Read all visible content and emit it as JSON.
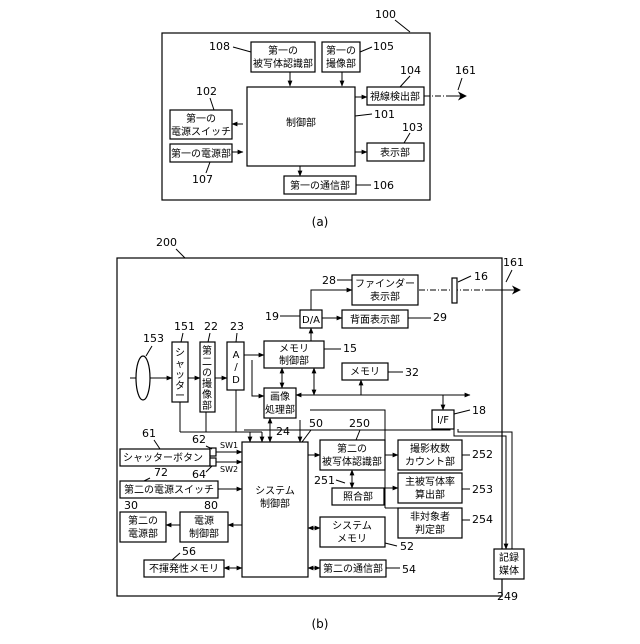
{
  "fig_a": {
    "ref": "100",
    "caption": "(a)",
    "beam": "161",
    "blocks": {
      "b108": {
        "ref": "108",
        "lines": [
          "第一の",
          "被写体認識部"
        ]
      },
      "b105": {
        "ref": "105",
        "lines": [
          "第一の",
          "撮像部"
        ]
      },
      "b104": {
        "ref": "104",
        "lines": [
          "視線検出部"
        ]
      },
      "b101": {
        "ref": "101",
        "lines": [
          "制御部"
        ]
      },
      "b102": {
        "ref": "102",
        "lines": [
          "第一の",
          "電源スイッチ"
        ]
      },
      "b103": {
        "ref": "103",
        "lines": [
          "表示部"
        ]
      },
      "b107": {
        "ref": "107",
        "lines": [
          "第一の電源部"
        ]
      },
      "b106": {
        "ref": "106",
        "lines": [
          "第一の通信部"
        ]
      }
    }
  },
  "fig_b": {
    "ref": "200",
    "caption": "(b)",
    "beam": "161",
    "lens": "153",
    "switch_labels": [
      "SW1",
      "SW2"
    ],
    "blocks": {
      "b28": {
        "ref": "28",
        "lines": [
          "ファインダー",
          "表示部"
        ]
      },
      "b16": {
        "ref": "16",
        "lines": []
      },
      "b19": {
        "ref": "19",
        "lines": [
          "D/A"
        ]
      },
      "b29": {
        "ref": "29",
        "lines": [
          "背面表示部"
        ]
      },
      "b151": {
        "ref": "151",
        "lines": [
          "シ",
          "ャ",
          "ッ",
          "タ",
          "ー"
        ]
      },
      "b22": {
        "ref": "22",
        "lines": [
          "第",
          "二",
          "の",
          "撮",
          "像",
          "部"
        ]
      },
      "b23": {
        "ref": "23",
        "lines": [
          "A",
          "/",
          "D"
        ]
      },
      "b15": {
        "ref": "15",
        "lines": [
          "メモリ",
          "制御部"
        ]
      },
      "b32": {
        "ref": "32",
        "lines": [
          "メモリ"
        ]
      },
      "b24": {
        "ref": "24",
        "lines": [
          "画像",
          "処理部"
        ]
      },
      "b18": {
        "ref": "18",
        "lines": [
          "I/F"
        ]
      },
      "b61": {
        "ref": "61",
        "lines": [
          "シャッターボタン"
        ]
      },
      "b62": {
        "ref": "62",
        "lines": []
      },
      "b64": {
        "ref": "64",
        "lines": []
      },
      "b50": {
        "ref": "50",
        "lines": [
          "システム",
          "制御部"
        ]
      },
      "b250": {
        "ref": "250",
        "lines": [
          "第二の",
          "被写体認識部"
        ]
      },
      "b252": {
        "ref": "252",
        "lines": [
          "撮影枚数",
          "カウント部"
        ]
      },
      "b72": {
        "ref": "72",
        "lines": [
          "第二の電源スイッチ"
        ]
      },
      "b251": {
        "ref": "251",
        "lines": [
          "照合部"
        ]
      },
      "b253": {
        "ref": "253",
        "lines": [
          "主被写体率",
          "算出部"
        ]
      },
      "b30": {
        "ref": "30",
        "lines": [
          "第二の",
          "電源部"
        ]
      },
      "b80": {
        "ref": "80",
        "lines": [
          "電源",
          "制御部"
        ]
      },
      "b254": {
        "ref": "254",
        "lines": [
          "非対象者",
          "判定部"
        ]
      },
      "b52": {
        "ref": "52",
        "lines": [
          "システム",
          "メモリ"
        ]
      },
      "b56": {
        "ref": "56",
        "lines": [
          "不揮発性メモリ"
        ]
      },
      "b54": {
        "ref": "54",
        "lines": [
          "第二の通信部"
        ]
      },
      "b249": {
        "ref": "249",
        "lines": [
          "記録",
          "媒体"
        ]
      }
    }
  }
}
